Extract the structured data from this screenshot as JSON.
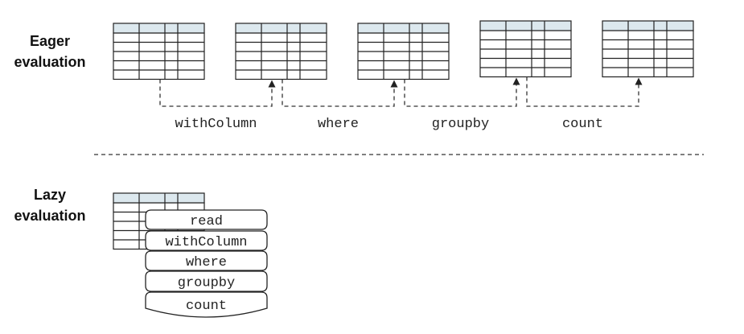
{
  "eager": {
    "label_line1": "Eager",
    "label_line2": "evaluation",
    "operations": [
      "withColumn",
      "where",
      "groupby",
      "count"
    ]
  },
  "lazy": {
    "label_line1": "Lazy",
    "label_line2": "evaluation",
    "plan_steps": [
      "read",
      "withColumn",
      "where",
      "groupby",
      "count"
    ]
  },
  "colors": {
    "table_header": "#dce8ee",
    "line": "#222222"
  }
}
